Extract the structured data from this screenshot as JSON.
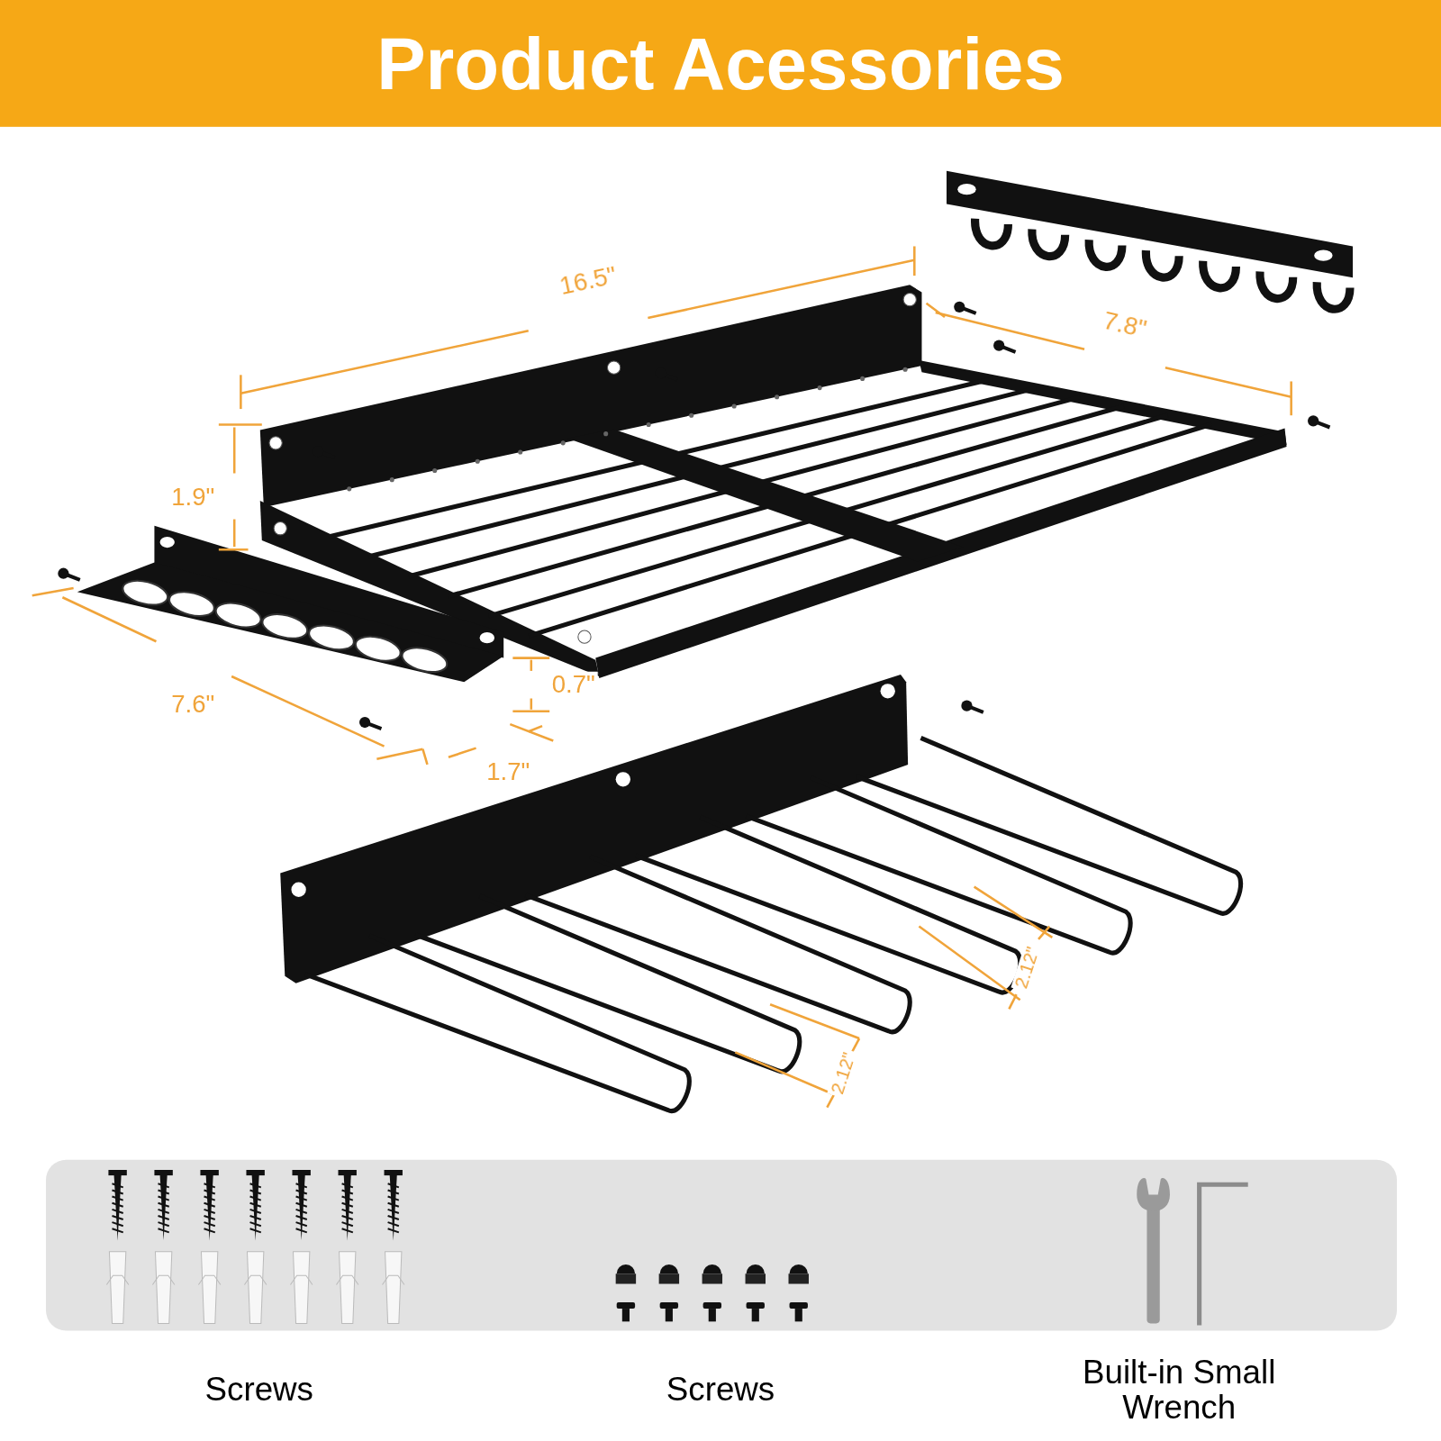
{
  "diagram": {
    "title": "Product Acessories",
    "labels": [
      "16.5\"",
      "7.8\"",
      "1.9\"",
      "0.7\"",
      "7.6\"",
      "1.7\"",
      "2.12\"",
      "2.12\"",
      "Screws",
      "Screws",
      "Built-in Small Wrench"
    ]
  }
}
